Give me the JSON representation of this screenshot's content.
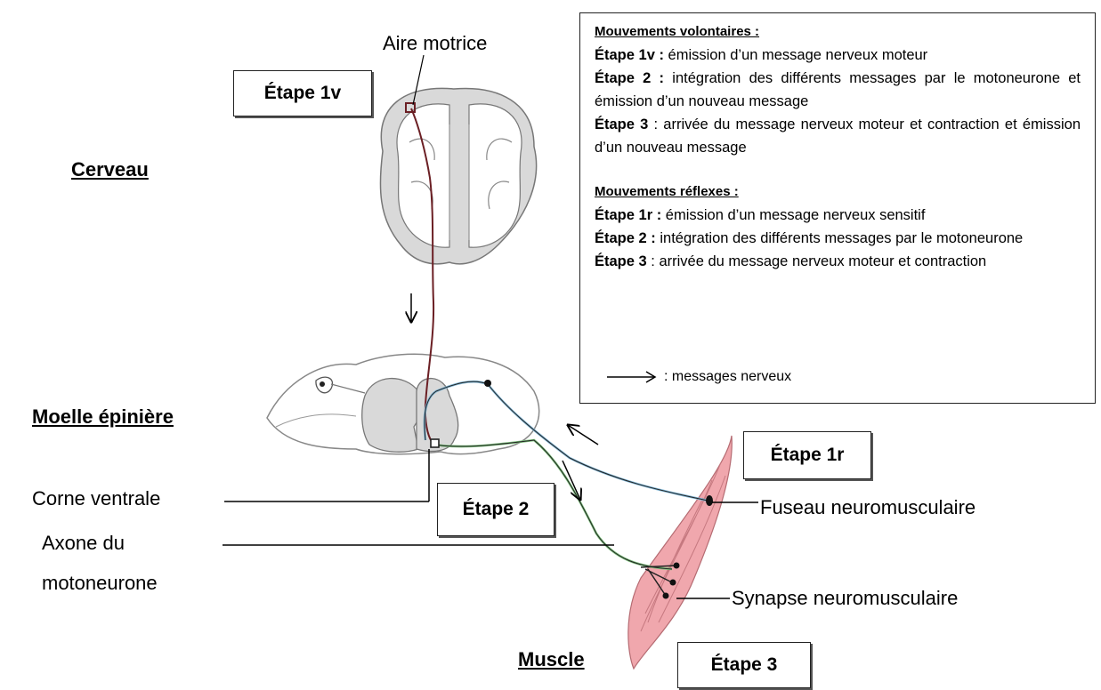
{
  "labels": {
    "aire_motrice": "Aire motrice",
    "cerveau": "Cerveau",
    "moelle": "Moelle épinière",
    "corne_ventrale": "Corne ventrale",
    "axone_line1": "Axone du",
    "axone_line2": "motoneurone",
    "fuseau": "Fuseau neuromusculaire",
    "synapse": "Synapse neuromusculaire",
    "muscle": "Muscle"
  },
  "steps": {
    "e1v": "Étape 1v",
    "e1r": "Étape 1r",
    "e2": "Étape 2",
    "e3": "Étape 3"
  },
  "legend": {
    "vol_title": "Mouvements volontaires :",
    "vol_1v_key": "Étape 1v :",
    "vol_1v_text": " émission d’un message nerveux moteur",
    "vol_2_key": "Étape 2 :",
    "vol_2_text": " intégration des différents messages par le motoneurone et émission d’un nouveau message",
    "vol_3_key": "Étape 3",
    "vol_3_text": " : arrivée du message nerveux moteur et contraction et émission d’un nouveau message",
    "ref_title": "Mouvements réflexes :",
    "ref_1r_key": "Étape 1r :",
    "ref_1r_text": " émission d’un message nerveux sensitif",
    "ref_2_key": "Étape 2 :",
    "ref_2_text": " intégration des différents messages par le motoneurone",
    "ref_3_key": "Étape 3",
    "ref_3_text": " : arrivée du message nerveux moteur et contraction",
    "arrow_text": ": messages nerveux"
  },
  "colors": {
    "muscle_fill": "#f0a7ad",
    "brain_fill": "#d9d9d9",
    "voluntary_path": "#6b1f24",
    "sensory_path": "#7fb6d6",
    "motor_path": "#7cc07c"
  }
}
